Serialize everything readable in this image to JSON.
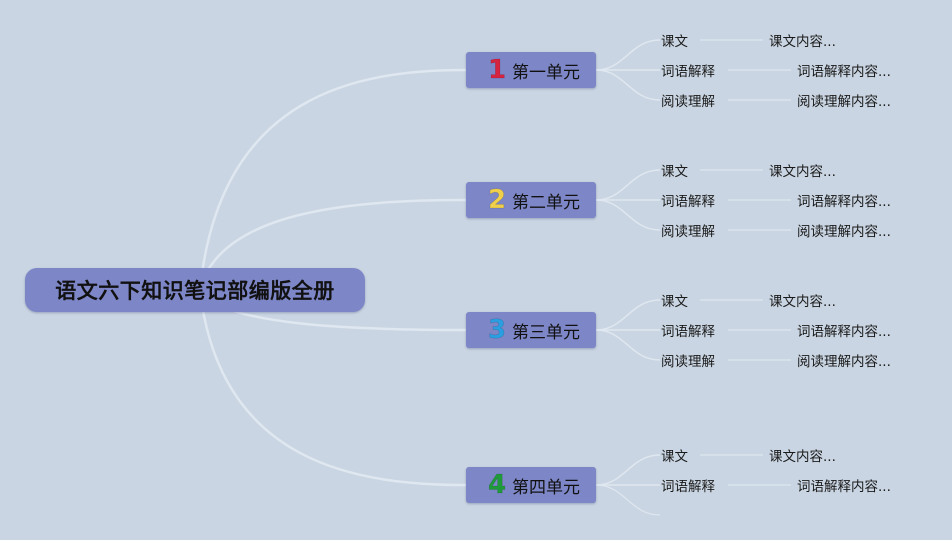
{
  "root": {
    "title": "语文六下知识笔记部编版全册"
  },
  "units": [
    {
      "number": "1",
      "number_color": "#d6233f",
      "label": "第一单元",
      "items": [
        {
          "label": "课文",
          "content": "课文内容..."
        },
        {
          "label": "词语解释",
          "content": "词语解释内容..."
        },
        {
          "label": "阅读理解",
          "content": "阅读理解内容..."
        }
      ]
    },
    {
      "number": "2",
      "number_color": "#f0d04a",
      "label": "第二单元",
      "items": [
        {
          "label": "课文",
          "content": "课文内容..."
        },
        {
          "label": "词语解释",
          "content": "词语解释内容..."
        },
        {
          "label": "阅读理解",
          "content": "阅读理解内容..."
        }
      ]
    },
    {
      "number": "3",
      "number_color": "#2a9ee0",
      "label": "第三单元",
      "items": [
        {
          "label": "课文",
          "content": "课文内容..."
        },
        {
          "label": "词语解释",
          "content": "词语解释内容..."
        },
        {
          "label": "阅读理解",
          "content": "阅读理解内容..."
        }
      ]
    },
    {
      "number": "4",
      "number_color": "#1f9a3a",
      "label": "第四单元",
      "items": [
        {
          "label": "课文",
          "content": "课文内容..."
        },
        {
          "label": "词语解释",
          "content": "词语解释内容..."
        }
      ]
    }
  ],
  "colors": {
    "background": "#c9d5e2",
    "node_fill": "#7d86c6",
    "link": "#dfe7f0"
  }
}
